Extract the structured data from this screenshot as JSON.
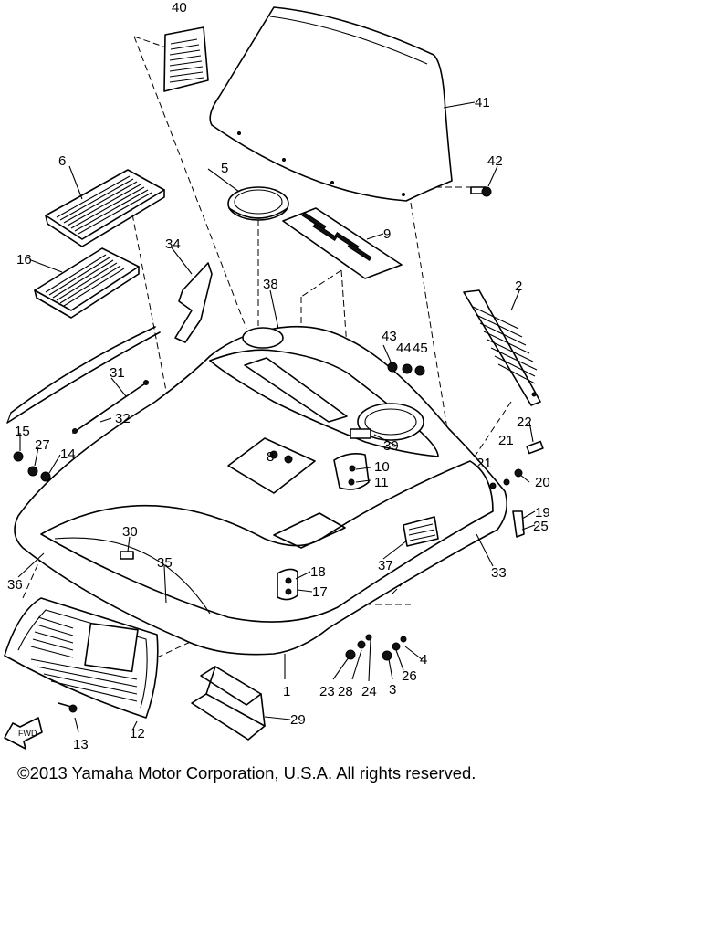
{
  "diagram": {
    "copyright": "©2013 Yamaha Motor Corporation, U.S.A. All rights reserved.",
    "front_arrow": "FWD",
    "callouts": [
      "1",
      "2",
      "3",
      "4",
      "5",
      "6",
      "8",
      "9",
      "10",
      "11",
      "12",
      "13",
      "14",
      "15",
      "16",
      "17",
      "18",
      "19",
      "20",
      "21",
      "21",
      "22",
      "23",
      "24",
      "25",
      "26",
      "27",
      "28",
      "29",
      "30",
      "31",
      "32",
      "33",
      "34",
      "35",
      "36",
      "37",
      "38",
      "39",
      "40",
      "41",
      "42",
      "43",
      "44",
      "45"
    ]
  }
}
